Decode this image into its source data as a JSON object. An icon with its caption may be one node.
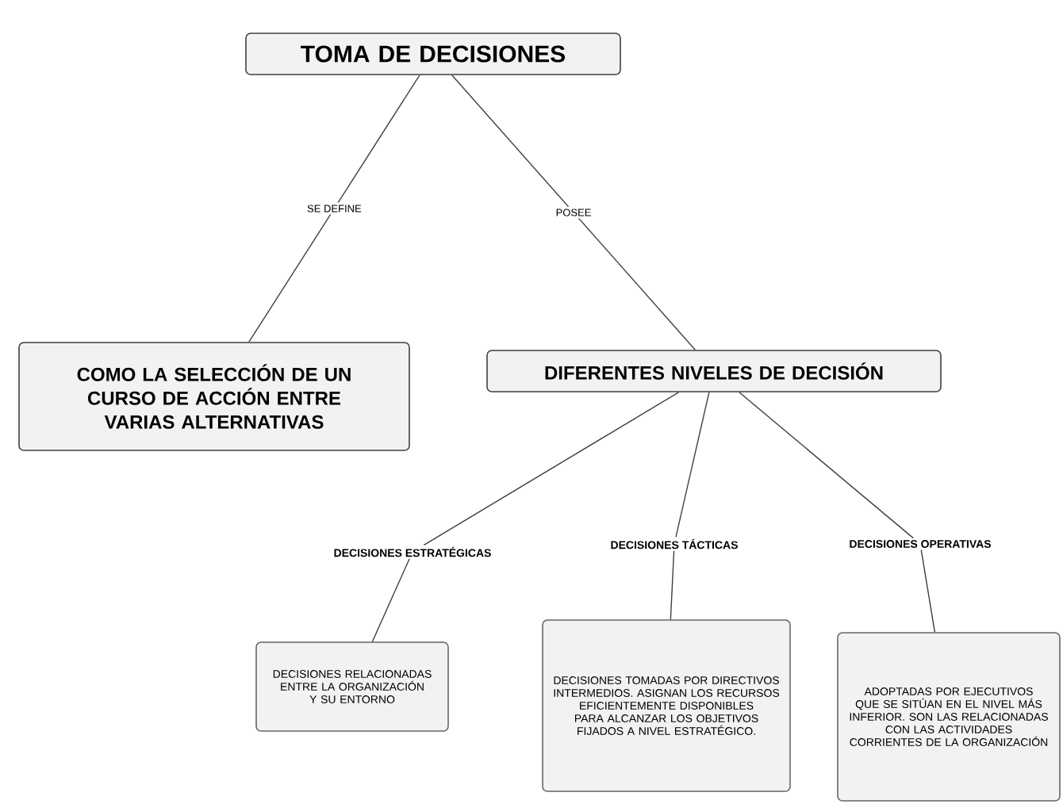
{
  "diagram": {
    "nodes": [
      {
        "text": [
          "TOMA DE DECISIONES"
        ]
      },
      {
        "text": [
          "COMO LA SELECCIÓN DE UN CURSO DE ACCIÓN ENTRE VARIAS ALTERNATIVAS"
        ]
      },
      {
        "text": [
          "DIFERENTES NIVELES DE DECISIÓN"
        ]
      },
      {
        "text": [
          "DECISIONES ESTRATÉGICAS"
        ]
      },
      {
        "text": [
          "DECISIONES TÁCTICAS"
        ]
      },
      {
        "text": [
          "DECISIONES OPERATIVAS"
        ]
      },
      {
        "text": [
          "DECISIONES RELACIONADAS ENTRE LA ORGANIZACIÓN Y SU ENTORNO"
        ]
      },
      {
        "text": [
          "DECISIONES TOMADAS POR DIRECTIVOS INTERMEDIOS. ASIGNAN LOS RECURSOS EFICIENTEMENTE DISPONIBLES PARA ALCANZAR LOS OBJETIVOS FIJADOS A NIVEL ESTRATÉGICO."
        ]
      },
      {
        "text": [
          "ADOPTADAS POR EJECUTIVOS QUE SE SITÚAN EN EL NIVEL MÁS INFERIOR. SON LAS RELACIONADAS CON LAS ACTIVIDADES CORRIENTES DE LA ORGANIZACIÓN"
        ]
      }
    ],
    "edges": [
      {
        "from": 0,
        "to": 1,
        "arrow": "none",
        "label": "SE DEFINE"
      },
      {
        "from": 0,
        "to": 2,
        "arrow": "none",
        "label": "POSEE"
      },
      {
        "from": 2,
        "to": 3,
        "arrow": "none"
      },
      {
        "from": 2,
        "to": 4,
        "arrow": "none"
      },
      {
        "from": 2,
        "to": 5,
        "arrow": "none"
      },
      {
        "from": 3,
        "to": 6,
        "arrow": "none"
      },
      {
        "from": 4,
        "to": 7,
        "arrow": "none"
      },
      {
        "from": 5,
        "to": 8,
        "arrow": "none"
      }
    ]
  }
}
